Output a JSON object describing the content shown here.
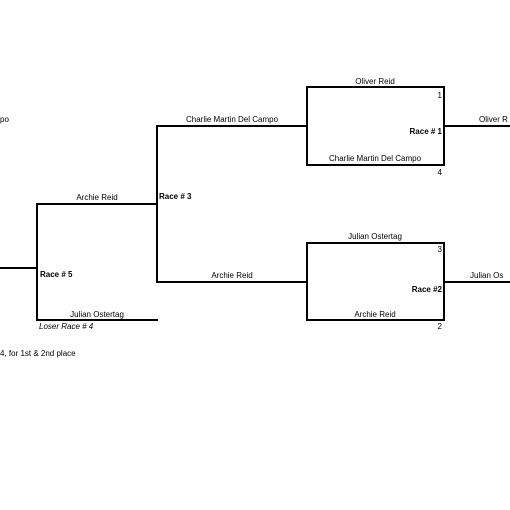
{
  "bracket": {
    "race1": {
      "label": "Race # 1",
      "top_name": "Oliver Reid",
      "top_seed": "1",
      "bottom_name": "Charlie Martin Del Campo",
      "bottom_seed": "4",
      "winner_partial": "Oliver R"
    },
    "race2": {
      "label": "Race #2",
      "top_name": "Julian Ostertag",
      "top_seed": "3",
      "bottom_name": "Archie Reid",
      "bottom_seed": "2",
      "winner_partial": "Julian Os"
    },
    "race3": {
      "label": "Race # 3",
      "top_name": "Charlie Martin Del Campo",
      "bottom_name": "Archie Reid"
    },
    "race5": {
      "label": "Race # 5",
      "top_name": "Archie Reid",
      "bottom_name": "Julian Ostertag",
      "bottom_note": "Loser Race # 4"
    },
    "left_partial_top": "po",
    "left_partial_note": "4, for 1st & 2nd place"
  }
}
